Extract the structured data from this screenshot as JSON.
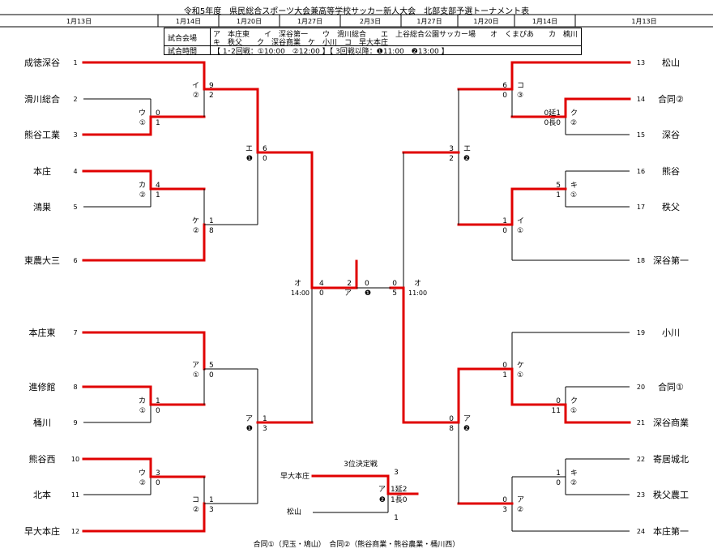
{
  "title": "令和5年度　県民総合スポーツ大会兼高等学校サッカー新人大会　北部支部予選トーナメント表",
  "dates": {
    "left": [
      "1月13日",
      "1月14日",
      "1月20日",
      "1月27日"
    ],
    "center": "2月3日",
    "right": [
      "1月27日",
      "1月20日",
      "1月14日",
      "1月13日"
    ]
  },
  "info": {
    "venue_label": "試合会場",
    "venue_line1": "ア　本庄東　　イ　深谷第一　　ウ　滑川総合　　エ　上谷総合公園サッカー場　　オ　くまぴあ　　カ　楠川",
    "venue_line2": "キ　秩父　　ク　深谷商業　ケ　小川　コ　早大本庄",
    "time_label": "試合時間",
    "time_text": "【 1･2回戦：①10:00　②12:00 】【 3回戦以降：❶11:00　❷13:00 】"
  },
  "teams_left": [
    {
      "name": "成徳深谷",
      "seed": "1"
    },
    {
      "name": "滑川総合",
      "seed": "2"
    },
    {
      "name": "熊谷工業",
      "seed": "3"
    },
    {
      "name": "本庄",
      "seed": "4"
    },
    {
      "name": "鴻巣",
      "seed": "5"
    },
    {
      "name": "東農大三",
      "seed": "6"
    },
    {
      "name": "本庄東",
      "seed": "7"
    },
    {
      "name": "進修館",
      "seed": "8"
    },
    {
      "name": "桶川",
      "seed": "9"
    },
    {
      "name": "熊谷西",
      "seed": "10"
    },
    {
      "name": "北本",
      "seed": "11"
    },
    {
      "name": "早大本庄",
      "seed": "12"
    }
  ],
  "teams_right": [
    {
      "name": "松山",
      "seed": "13"
    },
    {
      "name": "合同②",
      "seed": "14"
    },
    {
      "name": "深谷",
      "seed": "15"
    },
    {
      "name": "熊谷",
      "seed": "16"
    },
    {
      "name": "秩父",
      "seed": "17"
    },
    {
      "name": "深谷第一",
      "seed": "18"
    },
    {
      "name": "小川",
      "seed": "19"
    },
    {
      "name": "合同①",
      "seed": "20"
    },
    {
      "name": "深谷商業",
      "seed": "21"
    },
    {
      "name": "寄居城北",
      "seed": "22"
    },
    {
      "name": "秩父農工",
      "seed": "23"
    },
    {
      "name": "本庄第一",
      "seed": "24"
    }
  ],
  "match_labels": {
    "l_r1_a": {
      "venue": "ウ",
      "slot": "①",
      "s1": "0",
      "s2": "1"
    },
    "l_r1_b": {
      "venue": "カ",
      "slot": "②",
      "s1": "4",
      "s2": "1"
    },
    "l_r1_c": {
      "venue": "カ",
      "slot": "①",
      "s1": "1",
      "s2": "0"
    },
    "l_r1_d": {
      "venue": "ウ",
      "slot": "②",
      "s1": "3",
      "s2": "0"
    },
    "l_r2_a": {
      "venue": "イ",
      "slot": "②",
      "s1": "9",
      "s2": "2"
    },
    "l_r2_b": {
      "venue": "ケ",
      "slot": "②",
      "s1": "1",
      "s2": "8"
    },
    "l_r2_c": {
      "venue": "ア",
      "slot": "①",
      "s1": "5",
      "s2": "0"
    },
    "l_r2_d": {
      "venue": "コ",
      "slot": "②",
      "s1": "1",
      "s2": "3"
    },
    "l_r3_a": {
      "venue": "エ",
      "slot": "❶",
      "s1": "6",
      "s2": "0"
    },
    "l_r3_b": {
      "venue": "ア",
      "slot": "❶",
      "s1": "1",
      "s2": "3"
    },
    "r_r1_a": {
      "venue": "ク",
      "slot": "②",
      "s1": "0延1",
      "s2": "0長0"
    },
    "r_r1_b": {
      "venue": "キ",
      "slot": "①",
      "s1": "5",
      "s2": "1"
    },
    "r_r1_c": {
      "venue": "ク",
      "slot": "①",
      "s1": "0",
      "s2": "11"
    },
    "r_r1_d": {
      "venue": "キ",
      "slot": "②",
      "s1": "1",
      "s2": "0"
    },
    "r_r2_a": {
      "venue": "コ",
      "slot": "③",
      "s1": "6",
      "s2": "0"
    },
    "r_r2_b": {
      "venue": "イ",
      "slot": "①",
      "s1": "1",
      "s2": "0"
    },
    "r_r2_c": {
      "venue": "ケ",
      "slot": "①",
      "s1": "0",
      "s2": "1"
    },
    "r_r2_d": {
      "venue": "ア",
      "slot": "②",
      "s1": "0",
      "s2": "3"
    },
    "r_r3_a": {
      "venue": "エ",
      "slot": "❷",
      "s1": "3",
      "s2": "2"
    },
    "r_r3_b": {
      "venue": "ア",
      "slot": "❷",
      "s1": "0",
      "s2": "8"
    }
  },
  "semis": {
    "left": {
      "venue": "オ",
      "time": "14:00",
      "s1": "4",
      "s2": "0"
    },
    "right": {
      "venue": "オ",
      "time": "11:00",
      "s1": "0",
      "s2": "5"
    }
  },
  "final": {
    "venue": "ア",
    "slot": "❶",
    "s1": "2",
    "s2": "0"
  },
  "third_place": {
    "title": "3位決定戦",
    "team1": "早大本庄",
    "team2": "松山",
    "s1": "3",
    "s2": "1",
    "venue": "ア",
    "slot": "❷",
    "detail1": "1延2",
    "detail2": "1長0"
  },
  "footer": "合同①（児玉・鳩山）　合同②（熊谷商業・熊谷農業・桶川西）",
  "colors": {
    "winner_line": "#e00000",
    "line": "#000000"
  }
}
